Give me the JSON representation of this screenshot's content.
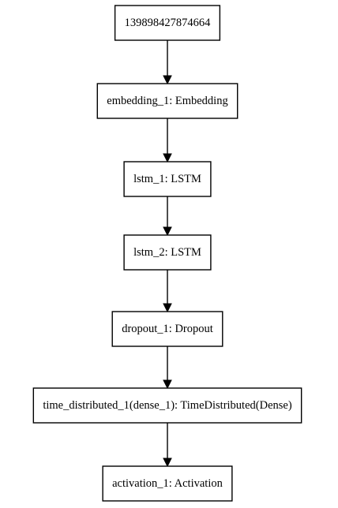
{
  "diagram": {
    "nodes": [
      {
        "id": "input",
        "label": "139898427874664"
      },
      {
        "id": "embedding_1",
        "label": "embedding_1: Embedding"
      },
      {
        "id": "lstm_1",
        "label": "lstm_1: LSTM"
      },
      {
        "id": "lstm_2",
        "label": "lstm_2: LSTM"
      },
      {
        "id": "dropout_1",
        "label": "dropout_1: Dropout"
      },
      {
        "id": "time_distributed_1",
        "label": "time_distributed_1(dense_1): TimeDistributed(Dense)"
      },
      {
        "id": "activation_1",
        "label": "activation_1: Activation"
      }
    ],
    "edges": [
      {
        "from": "input",
        "to": "embedding_1"
      },
      {
        "from": "embedding_1",
        "to": "lstm_1"
      },
      {
        "from": "lstm_1",
        "to": "lstm_2"
      },
      {
        "from": "lstm_2",
        "to": "dropout_1"
      },
      {
        "from": "dropout_1",
        "to": "time_distributed_1"
      },
      {
        "from": "time_distributed_1",
        "to": "activation_1"
      }
    ]
  }
}
